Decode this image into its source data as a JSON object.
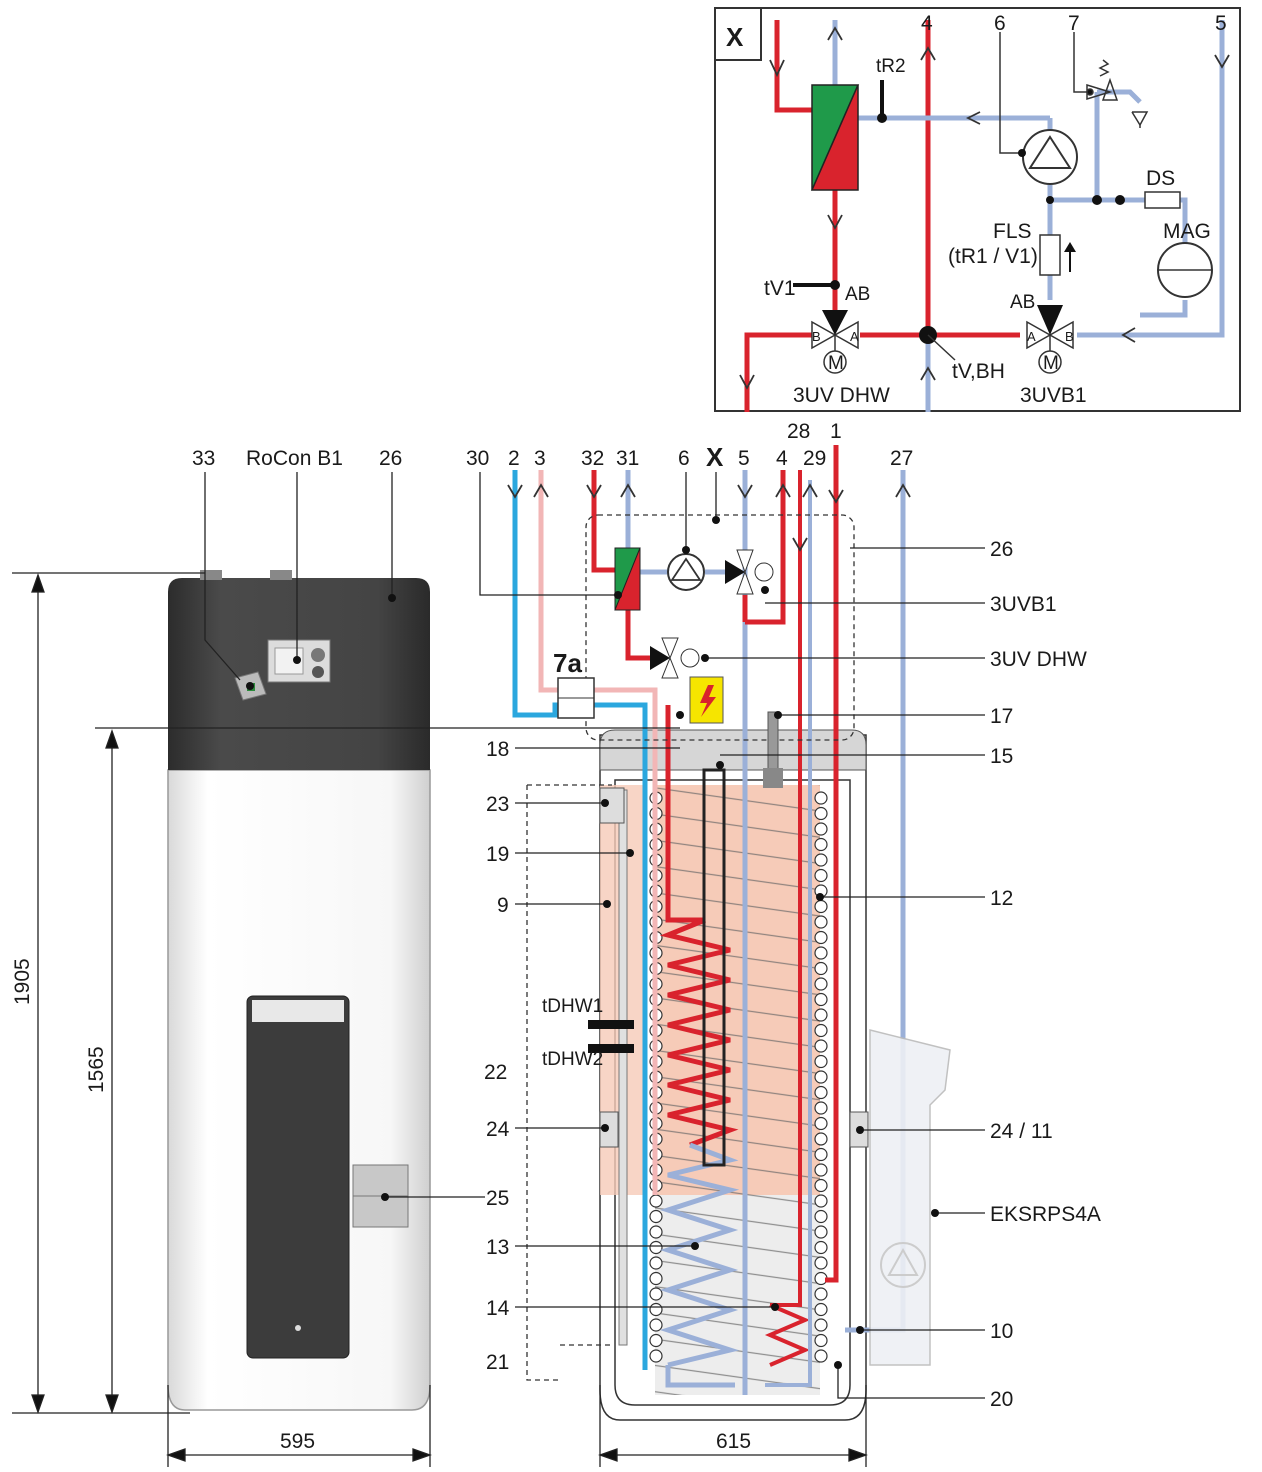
{
  "inset": {
    "badge": "X",
    "top_labels": [
      "4",
      "6",
      "7",
      "5"
    ],
    "tR2": "tR2",
    "DS": "DS",
    "FLS": "FLS",
    "FLS_sub": "(tR1 / V1)",
    "MAG": "MAG",
    "tV1": "tV1",
    "AB_left": "AB",
    "AB_right": "AB",
    "tVBH": "tV,BH",
    "valve_left": "3UV DHW",
    "valve_right": "3UVB1",
    "port_B": "B",
    "port_A": "A",
    "motor": "M"
  },
  "top_row": {
    "n33": "33",
    "rocon": "RoCon B1",
    "n26": "26",
    "n30": "30",
    "n2": "2",
    "n3": "3",
    "n32": "32",
    "n31": "31",
    "n6": "6",
    "nX": "X",
    "n5": "5",
    "n4": "4",
    "n28": "28",
    "n29": "29",
    "n1": "1",
    "n27": "27"
  },
  "right_labels": {
    "r26": "26",
    "r3uvb1": "3UVB1",
    "r3uvdhw": "3UV DHW",
    "r17": "17",
    "r15": "15",
    "r12": "12",
    "r2411": "24 / 11",
    "reksr": "EKSRPS4A",
    "r10": "10",
    "r20": "20"
  },
  "left_labels": {
    "n7a": "7a",
    "n18": "18",
    "n23": "23",
    "n19": "19",
    "n9": "9",
    "tDHW1": "tDHW1",
    "tDHW2": "tDHW2",
    "n22": "22",
    "n24": "24",
    "n25": "25",
    "n13": "13",
    "n14": "14",
    "n21": "21"
  },
  "dimensions": {
    "height_total": "1905",
    "height_body": "1565",
    "width_front": "595",
    "width_section": "615"
  },
  "colors": {
    "hot": "#d9232d",
    "cold_blue": "#9bb0d8",
    "cyan": "#2ba7de",
    "pink": "#f2b6b6",
    "hx_green": "#1f9a4a",
    "housing": "#3f3f3f",
    "warn_yellow": "#f6e500"
  }
}
